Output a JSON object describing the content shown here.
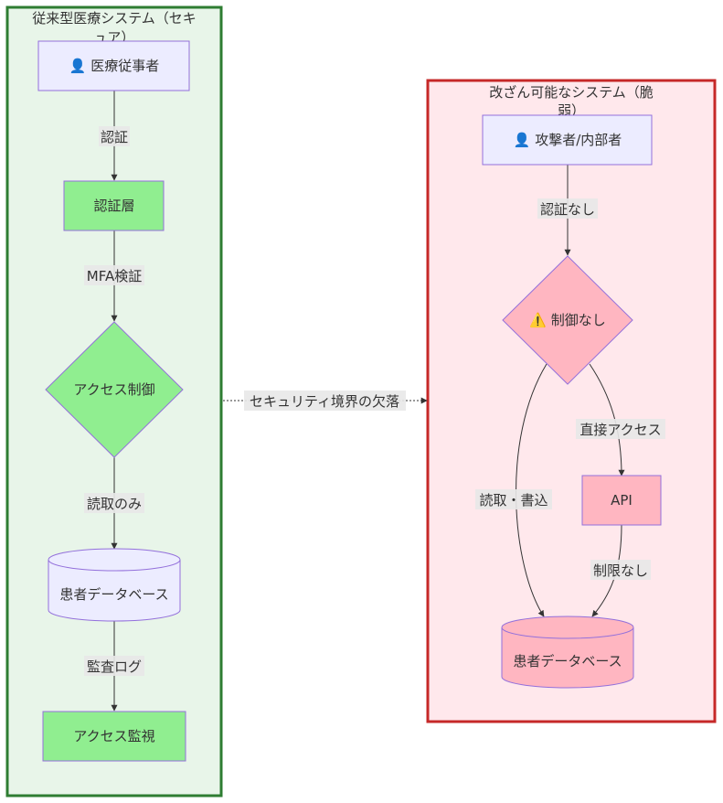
{
  "colors": {
    "secure_fill": "#e8f5e9",
    "secure_border": "#2e7d32",
    "vuln_fill": "#ffe8ec",
    "vuln_border": "#c62828",
    "actor_fill": "#ececff",
    "actor_border": "#9370db",
    "ok_fill": "#90ee90",
    "bad_fill": "#ffb6c1",
    "edge": "#333333"
  },
  "secure": {
    "title_line1": "従来型医療システム（セキ",
    "title_line2": "ュア）",
    "actor": "👤 医療従事者",
    "auth_layer": "認証層",
    "access_control": "アクセス制御",
    "database": "患者データベース",
    "monitor": "アクセス監視",
    "edges": {
      "auth": "認証",
      "mfa": "MFA検証",
      "read_only": "読取のみ",
      "audit": "監査ログ"
    }
  },
  "vulnerable": {
    "title_line1": "改ざん可能なシステム（脆",
    "title_line2": "弱）",
    "actor": "👤 攻撃者/内部者",
    "no_control": "⚠️ 制御なし",
    "api": "API",
    "database": "患者データベース",
    "edges": {
      "no_auth": "認証なし",
      "direct_access": "直接アクセス",
      "read_write": "読取・書込",
      "unlimited": "制限なし"
    }
  },
  "cross_edge": "セキュリティ境界の欠落"
}
